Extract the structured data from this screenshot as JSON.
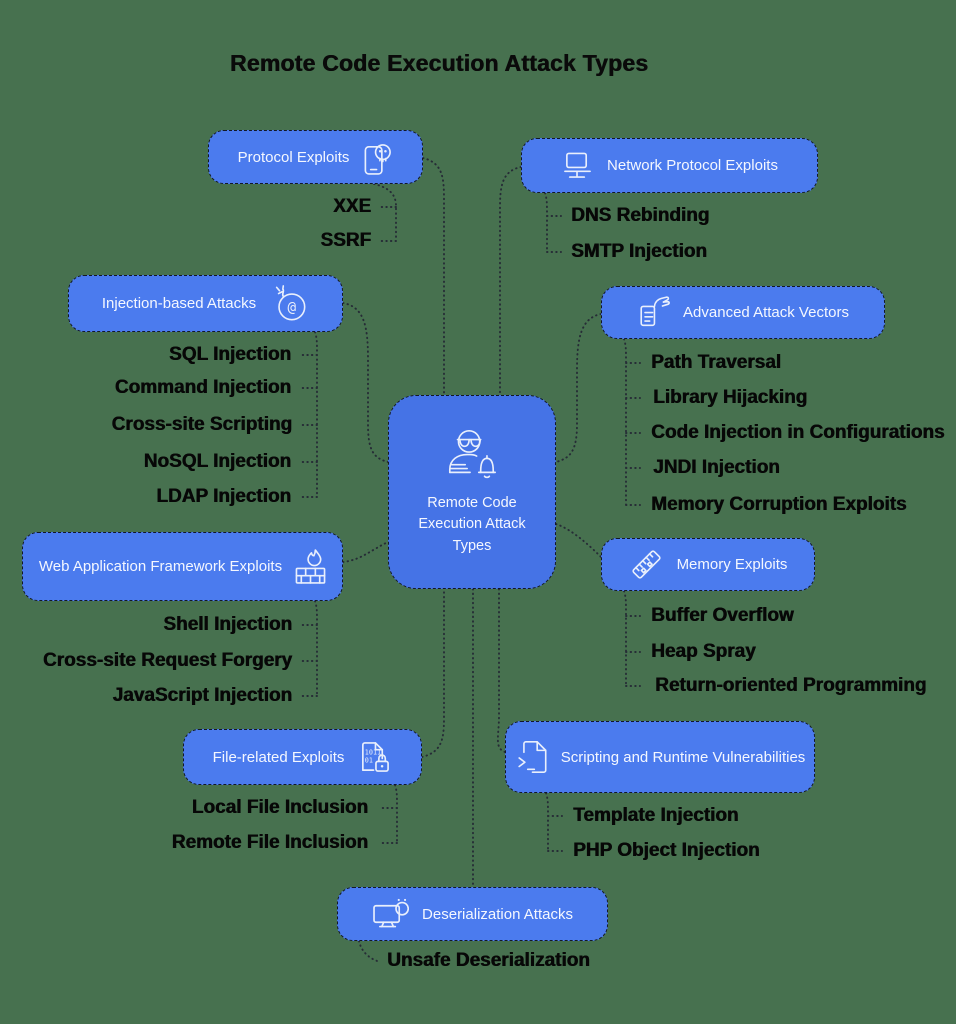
{
  "title": "Remote Code Execution Attack Types",
  "center": {
    "label": "Remote Code Execution Attack Types",
    "icon": "hacker-bell-icon"
  },
  "branches": [
    {
      "id": "protocol-exploits",
      "label": "Protocol Exploits",
      "icon": "skull-phone-icon",
      "side": "left",
      "children": [
        "XXE",
        "SSRF"
      ]
    },
    {
      "id": "network-protocol-exploits",
      "label": "Network Protocol Exploits",
      "icon": "laptop-icon",
      "side": "right",
      "children": [
        "DNS Rebinding",
        "SMTP Injection"
      ]
    },
    {
      "id": "injection-based-attacks",
      "label": "Injection-based Attacks",
      "icon": "bomb-at-icon",
      "side": "left",
      "children": [
        "SQL Injection",
        "Command Injection",
        "Cross-site Scripting",
        "NoSQL Injection",
        "LDAP Injection"
      ]
    },
    {
      "id": "advanced-attack-vectors",
      "label": "Advanced Attack Vectors",
      "icon": "hand-document-icon",
      "side": "right",
      "children": [
        "Path Traversal",
        "Library Hijacking",
        "Code Injection in Configurations",
        "JNDI Injection",
        "Memory Corruption Exploits"
      ]
    },
    {
      "id": "web-application-framework-exploits",
      "label": "Web Application Framework Exploits",
      "icon": "firewall-icon",
      "side": "left",
      "children": [
        "Shell Injection",
        "Cross-site Request Forgery",
        "JavaScript Injection"
      ]
    },
    {
      "id": "memory-exploits",
      "label": "Memory Exploits",
      "icon": "ruler-icon",
      "side": "right",
      "children": [
        "Buffer Overflow",
        "Heap Spray",
        "Return-oriented Programming"
      ]
    },
    {
      "id": "file-related-exploits",
      "label": "File-related Exploits",
      "icon": "binary-file-lock-icon",
      "side": "left",
      "children": [
        "Local File Inclusion",
        "Remote File Inclusion"
      ]
    },
    {
      "id": "scripting-and-runtime-vulnerabilities",
      "label": "Scripting and Runtime Vulnerabilities",
      "icon": "code-file-icon",
      "side": "right",
      "children": [
        "Template Injection",
        "PHP Object Injection"
      ]
    },
    {
      "id": "deserialization-attacks",
      "label": "Deserialization Attacks",
      "icon": "monitor-alert-icon",
      "side": "bottom",
      "children": [
        "Unsafe Deserialization"
      ]
    }
  ],
  "colors": {
    "background": "#47714f",
    "node_fill": "#4b7bee",
    "center_fill": "#4573e6",
    "node_text": "#ffffff",
    "leaf_text": "#070707",
    "connector": "#262c36"
  }
}
